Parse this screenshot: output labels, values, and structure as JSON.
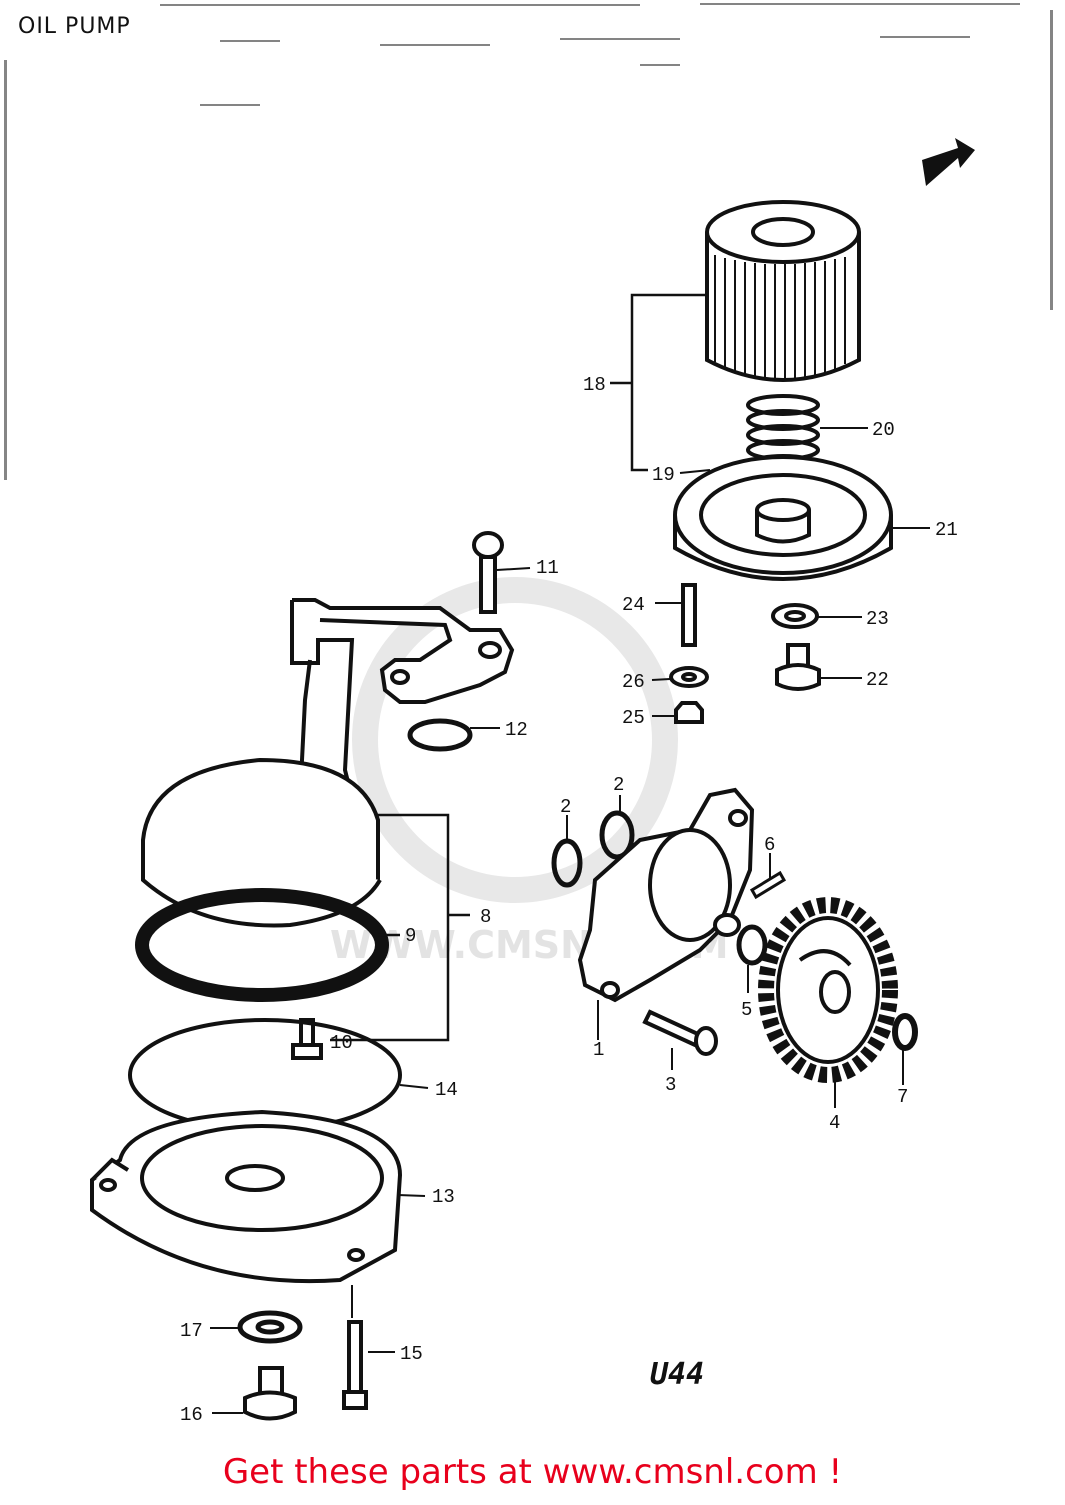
{
  "header": {
    "title": "OIL PUMP"
  },
  "footer": {
    "link_text": "Get these parts at www.cmsnl.com !"
  },
  "watermark": {
    "text": "WWW.CMSNL.COM"
  },
  "diagram_code": "U44",
  "callouts": [
    {
      "id": "1",
      "text": "1"
    },
    {
      "id": "2a",
      "text": "2"
    },
    {
      "id": "2b",
      "text": "2"
    },
    {
      "id": "3",
      "text": "3"
    },
    {
      "id": "4",
      "text": "4"
    },
    {
      "id": "5",
      "text": "5"
    },
    {
      "id": "6",
      "text": "6"
    },
    {
      "id": "7",
      "text": "7"
    },
    {
      "id": "8",
      "text": "8"
    },
    {
      "id": "9",
      "text": "9"
    },
    {
      "id": "10",
      "text": "10"
    },
    {
      "id": "11",
      "text": "11"
    },
    {
      "id": "12",
      "text": "12"
    },
    {
      "id": "13",
      "text": "13"
    },
    {
      "id": "14",
      "text": "14"
    },
    {
      "id": "15",
      "text": "15"
    },
    {
      "id": "16",
      "text": "16"
    },
    {
      "id": "17",
      "text": "17"
    },
    {
      "id": "18",
      "text": "18"
    },
    {
      "id": "19",
      "text": "19"
    },
    {
      "id": "20",
      "text": "20"
    },
    {
      "id": "21",
      "text": "21"
    },
    {
      "id": "22",
      "text": "22"
    },
    {
      "id": "23",
      "text": "23"
    },
    {
      "id": "24",
      "text": "24"
    },
    {
      "id": "25",
      "text": "25"
    },
    {
      "id": "26",
      "text": "26"
    }
  ]
}
